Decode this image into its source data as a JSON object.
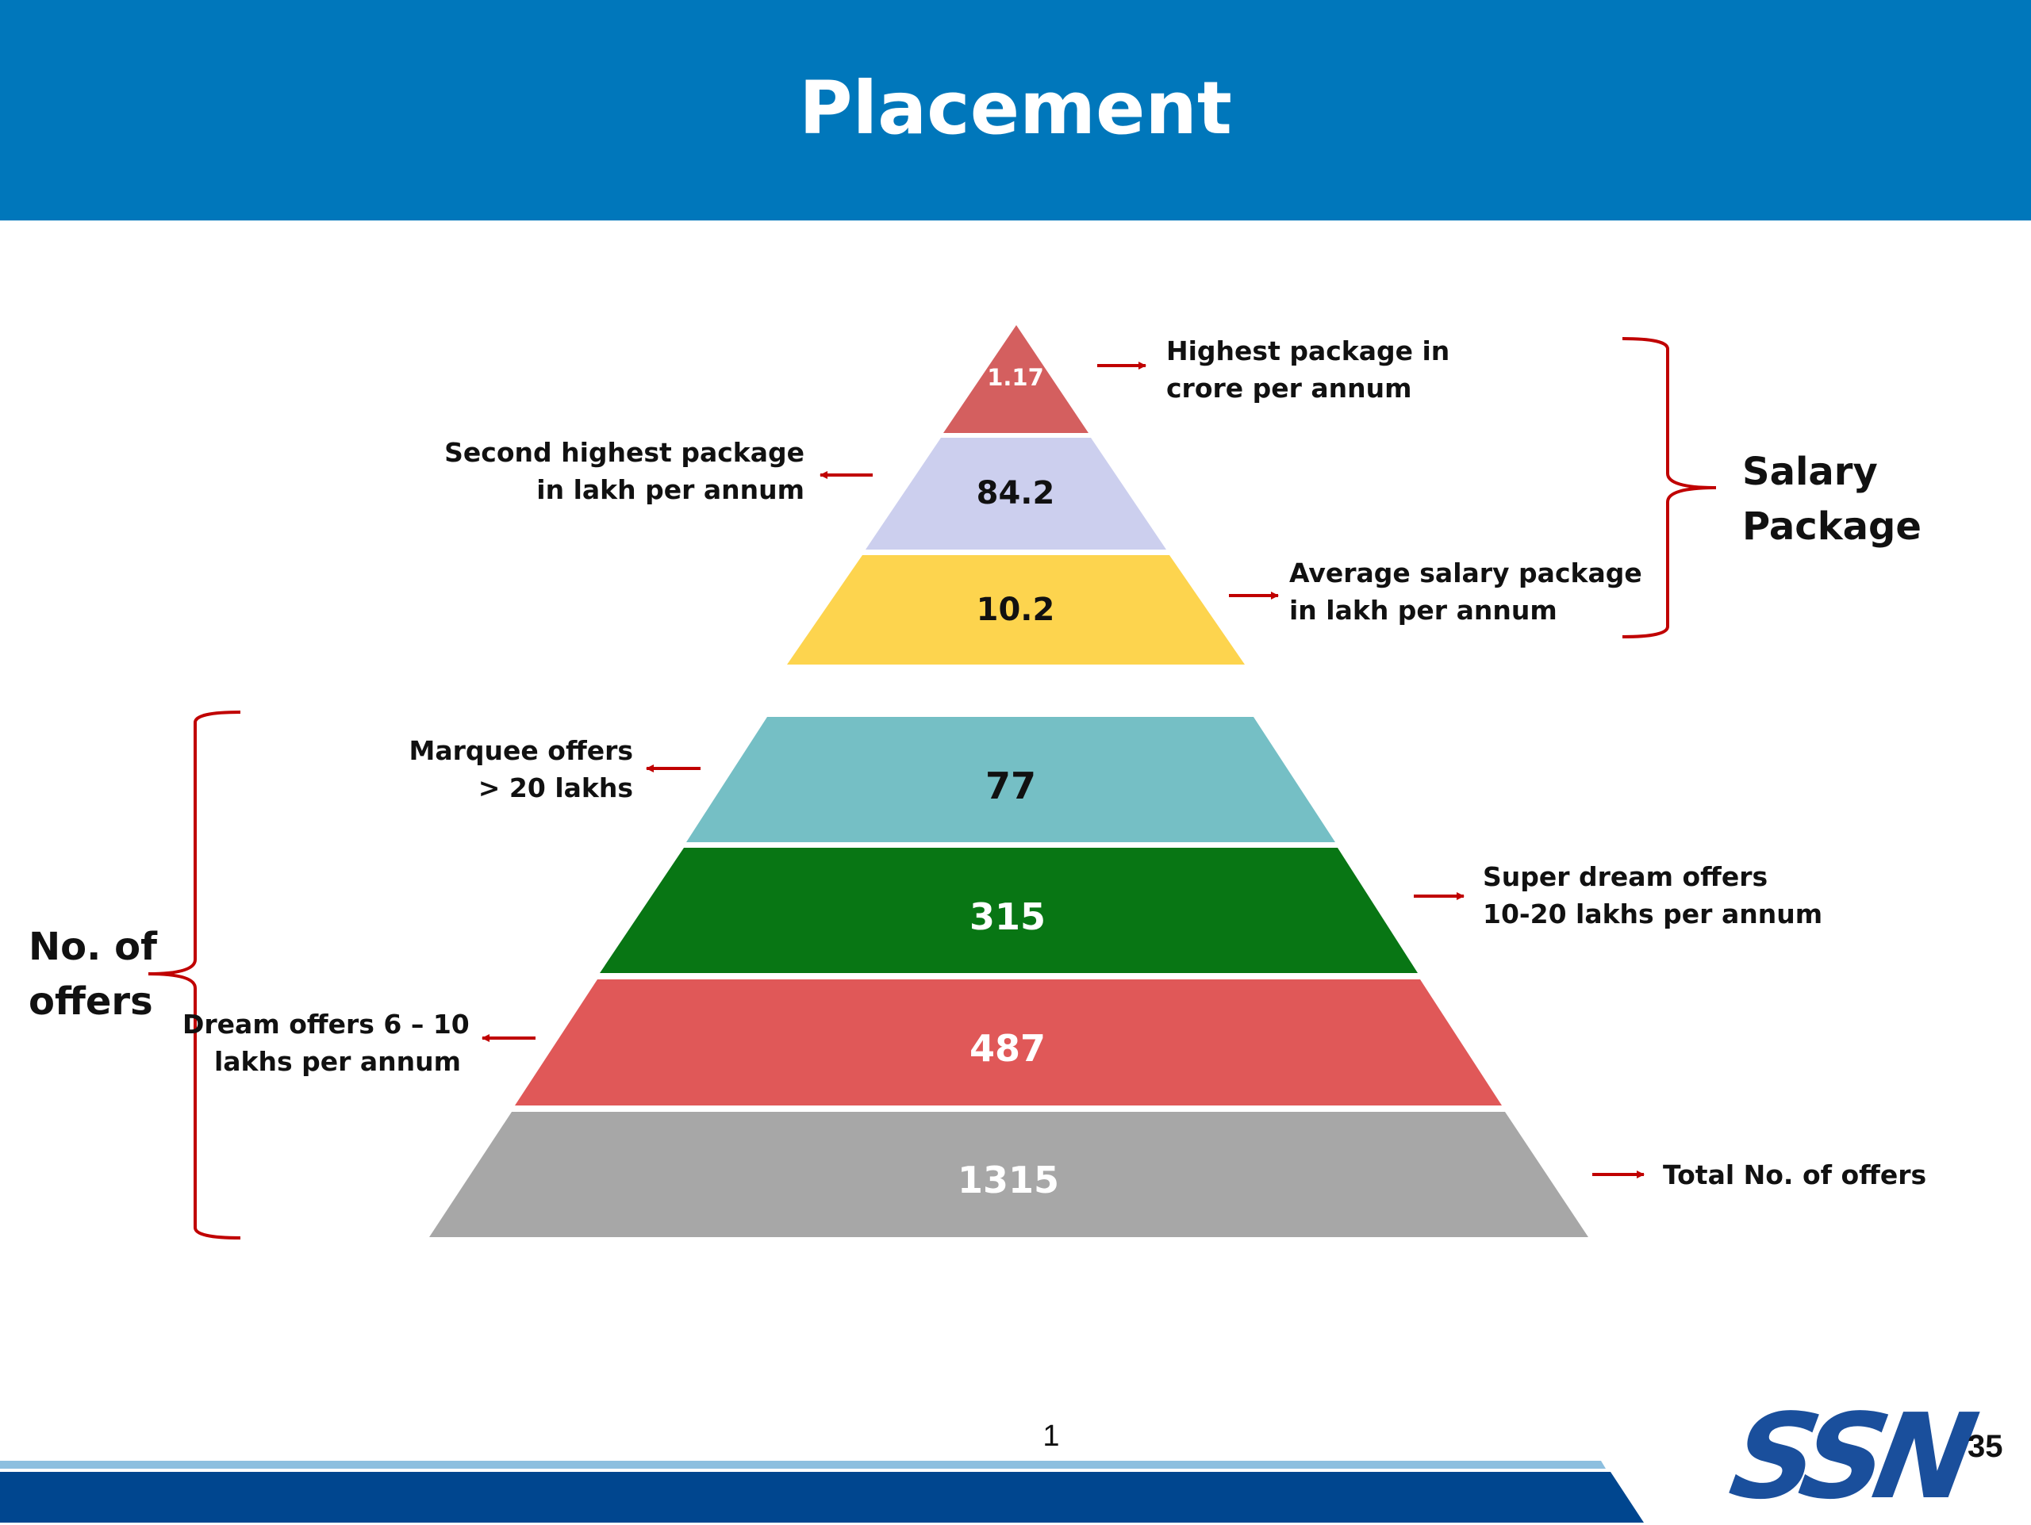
{
  "header": {
    "title": "Placement"
  },
  "pyramid": {
    "salary_tiers": [
      {
        "value": "1.17",
        "color": "#d45f5f",
        "text_color": "#ffffff",
        "label": [
          "Highest package in",
          "crore per annum"
        ]
      },
      {
        "value": "84.2",
        "color": "#cccfee",
        "text_color": "#111111",
        "label": [
          "Second highest package",
          "in lakh per annum"
        ]
      },
      {
        "value": "10.2",
        "color": "#fdd44e",
        "text_color": "#111111",
        "label": [
          "Average salary package",
          "in lakh per annum"
        ]
      }
    ],
    "offer_tiers": [
      {
        "value": "77",
        "color": "#75bfc5",
        "text_color": "#111111",
        "label": [
          "Marquee offers",
          "> 20 lakhs"
        ]
      },
      {
        "value": "315",
        "color": "#087614",
        "text_color": "#ffffff",
        "label": [
          "Super dream offers",
          "10-20 lakhs per annum"
        ]
      },
      {
        "value": "487",
        "color": "#e05858",
        "text_color": "#ffffff",
        "label": [
          "Dream offers 6 – 10",
          "lakhs per annum"
        ]
      },
      {
        "value": "1315",
        "color": "#a7a7a7",
        "text_color": "#ffffff",
        "label": [
          "Total No. of offers"
        ]
      }
    ]
  },
  "groups": {
    "salary": [
      "Salary",
      "Package"
    ],
    "offers": [
      "No. of",
      "offers"
    ]
  },
  "footer": {
    "page_number": "1",
    "slide_number": "35",
    "logo_text": "SSN"
  },
  "colors": {
    "header_blue": "#0077bb",
    "footer_dark_blue": "#00468f",
    "footer_light_blue": "#8dbfdf",
    "arrow_red": "#c00000",
    "bracket_red": "#c00000"
  }
}
